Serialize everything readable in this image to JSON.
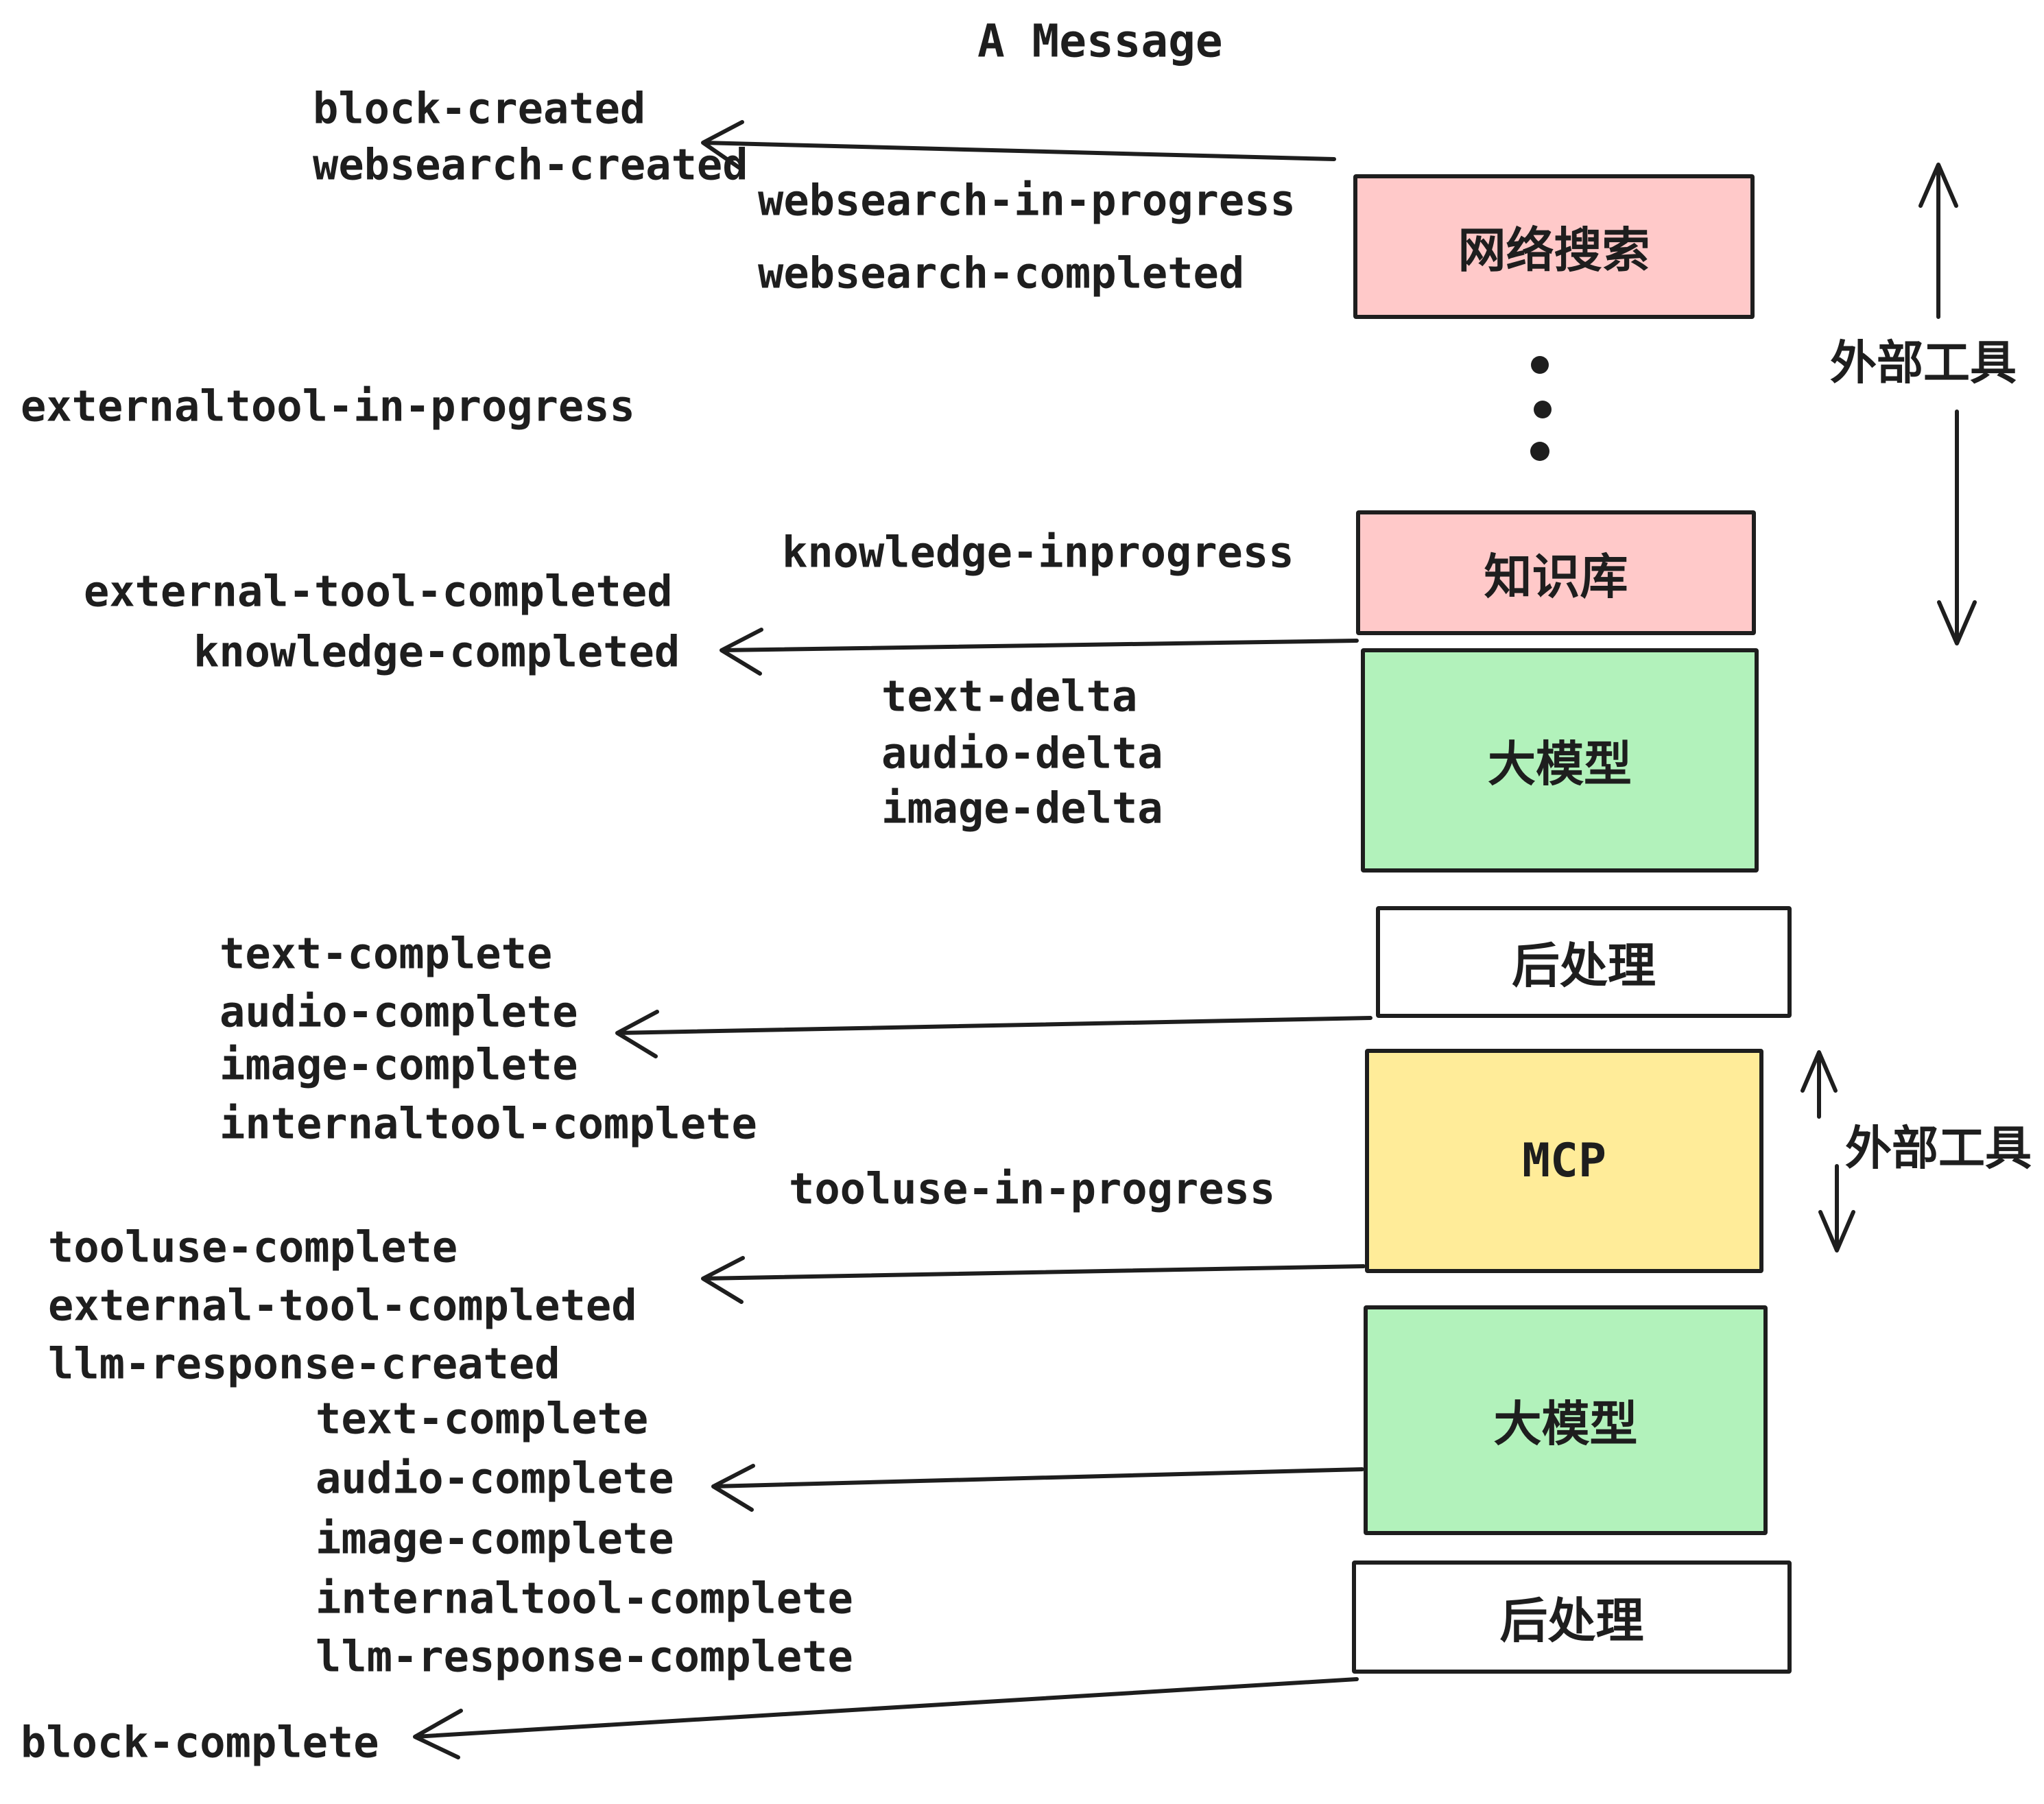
{
  "title": "A Message",
  "colors": {
    "pink": "#ffc9c9",
    "green": "#b2f2bb",
    "yellow": "#ffec99",
    "white": "#ffffff",
    "ink": "#1e1e1e"
  },
  "stages": {
    "websearch": "网络搜索",
    "knowledge": "知识库",
    "llm_top": "大模型",
    "post_top": "后处理",
    "mcp": "MCP",
    "llm_bottom": "大模型",
    "post_bottom": "后处理"
  },
  "annotations": {
    "external_tools_top": "外部工具",
    "external_tools_mid": "外部工具"
  },
  "events": {
    "block_created": "block-created",
    "websearch_created": "websearch-created",
    "websearch_in_progress": "websearch-in-progress",
    "websearch_completed": "websearch-completed",
    "externaltool_in_progress": "externaltool-in-progress",
    "knowledge_inprogress": "knowledge-inprogress",
    "external_tool_completed_1": "external-tool-completed",
    "knowledge_completed": "knowledge-completed",
    "text_delta_1": "text-delta",
    "audio_delta_1": "audio-delta",
    "image_delta_1": "image-delta",
    "text_complete_1": "text-complete",
    "audio_complete_1": "audio-complete",
    "image_complete_1": "image-complete",
    "internaltool_complete_1": "internaltool-complete",
    "tooluse_in_progress": "tooluse-in-progress",
    "tooluse_complete": "tooluse-complete",
    "external_tool_completed_2": "external-tool-completed",
    "llm_response_created": "llm-response-created",
    "text_complete_2": "text-complete",
    "audio_complete_2": "audio-complete",
    "image_complete_2": "image-complete",
    "internaltool_complete_2": "internaltool-complete",
    "llm_response_complete": "llm-response-complete",
    "block_complete": "block-complete"
  }
}
